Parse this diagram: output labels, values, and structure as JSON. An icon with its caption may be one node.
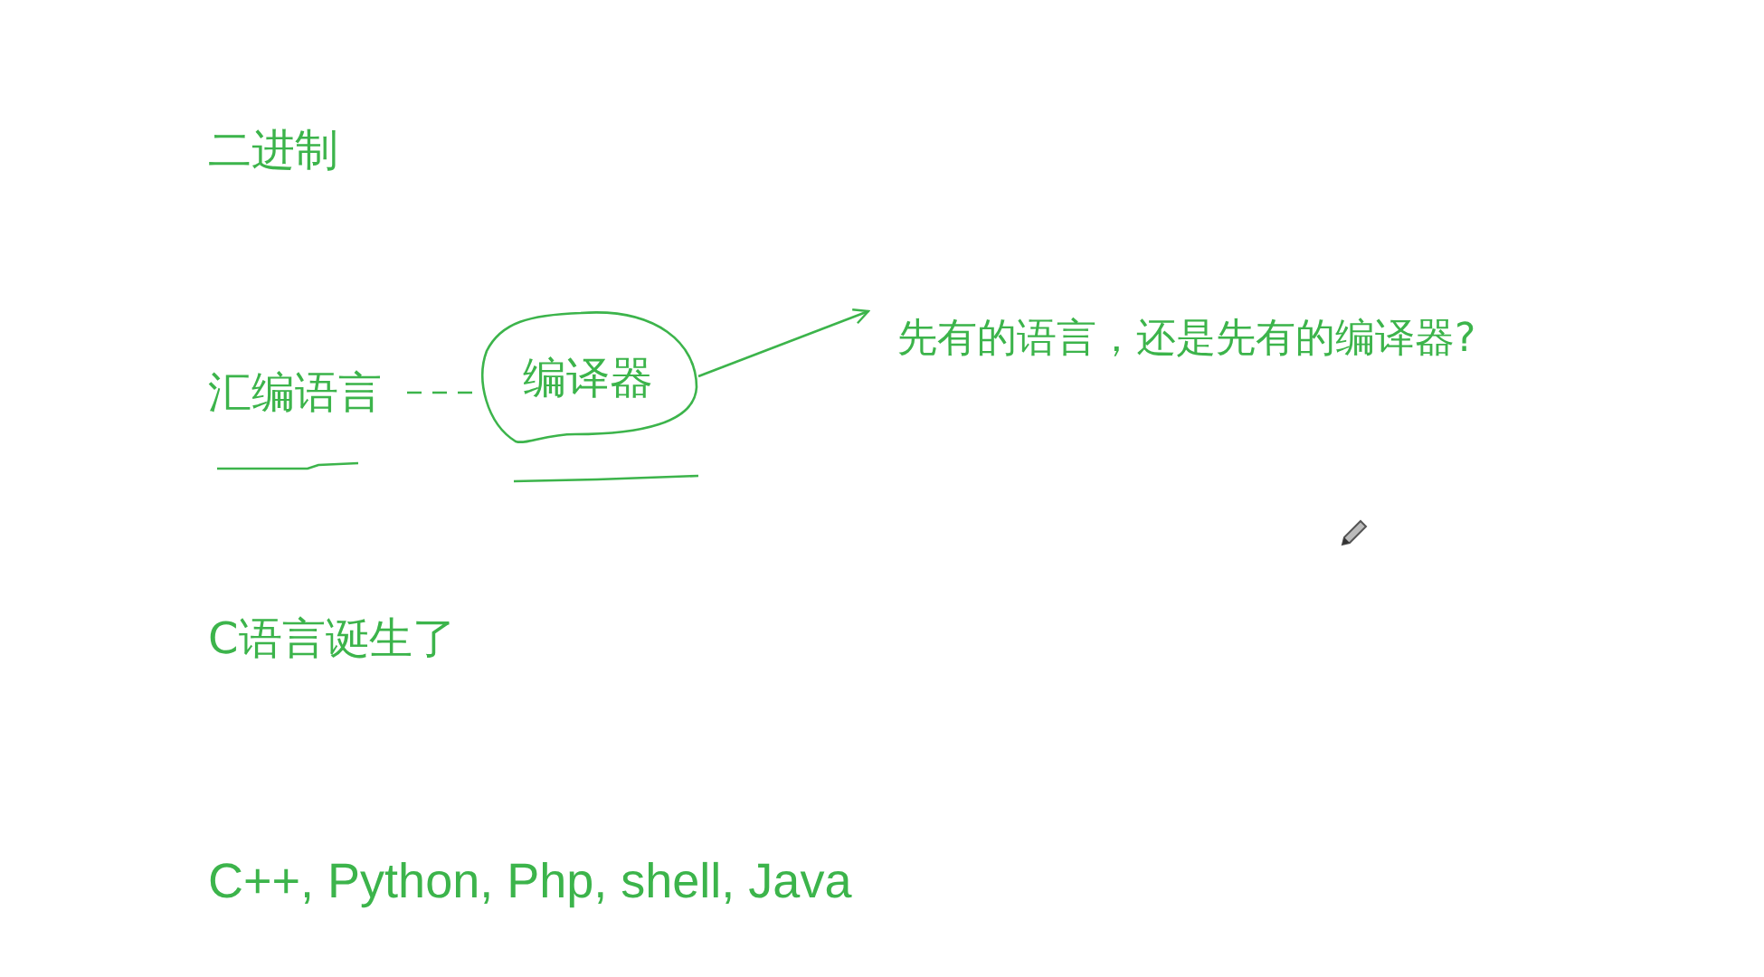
{
  "diagram": {
    "nodes": [
      {
        "text": [
          "二进制"
        ]
      },
      {
        "text": [
          "汇编语言"
        ]
      },
      {
        "text": [
          "编译器"
        ]
      },
      {
        "text": [
          "先有的语言，还是先有的编译器?"
        ]
      },
      {
        "text": [
          "C语言诞生了"
        ]
      },
      {
        "text": [
          "C++, Python, Php, shell, Java"
        ]
      }
    ],
    "edges": [
      {
        "from": 1,
        "to": 2,
        "arrow": "none",
        "style": "dashed"
      },
      {
        "from": 2,
        "to": 3,
        "arrow": "to"
      }
    ]
  }
}
